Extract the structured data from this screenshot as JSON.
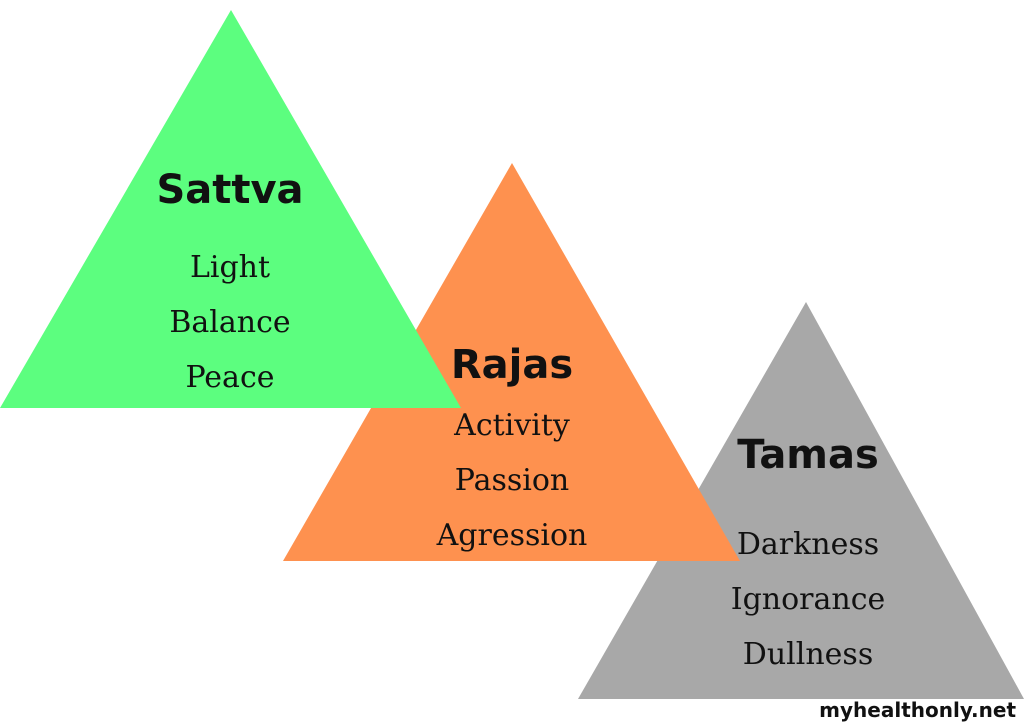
{
  "gunas": [
    {
      "name": "Sattva",
      "qualities": [
        "Light",
        "Balance",
        "Peace"
      ],
      "color": "#5cfe7f"
    },
    {
      "name": "Rajas",
      "qualities": [
        "Activity",
        "Passion",
        "Agression"
      ],
      "color": "#fe914f"
    },
    {
      "name": "Tamas",
      "qualities": [
        "Darkness",
        "Ignorance",
        "Dullness"
      ],
      "color": "#a8a8a8"
    }
  ],
  "watermark": "myhealthonly.net"
}
